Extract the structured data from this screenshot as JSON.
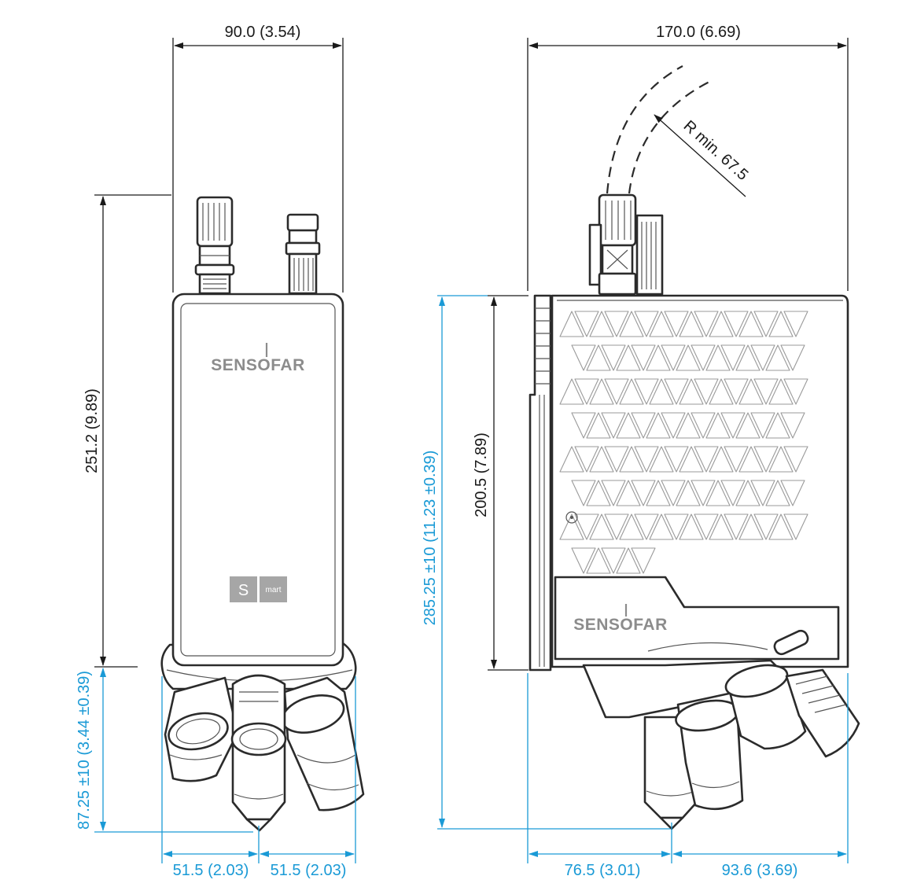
{
  "front_view": {
    "width_label": "90.0 (3.54)",
    "height_label": "251.2 (9.89)",
    "lens_height_label": "87.25 ±10  (3.44 ±0.39)",
    "left_offset_label": "51.5 (2.03)",
    "right_offset_label": "51.5 (2.03)",
    "brand": "SENSOFAR",
    "badge_letter": "S",
    "badge_text": "mart"
  },
  "side_view": {
    "width_label": "170.0 (6.69)",
    "bend_radius_label": "R min. 67.5",
    "body_height_label": "200.5 (7.89)",
    "total_height_label": "285.25 ±10  (11.23 ±0.39)",
    "left_offset_label": "76.5 (3.01)",
    "right_offset_label": "93.6 (3.69)",
    "brand": "SENSOFAR"
  },
  "colors": {
    "dimension_black": "#1a1a1a",
    "dimension_blue": "#1a9ad6",
    "outline": "#2b2b2b",
    "brand_gray": "#8c8c8c",
    "badge_gray": "#a6a6a6"
  }
}
